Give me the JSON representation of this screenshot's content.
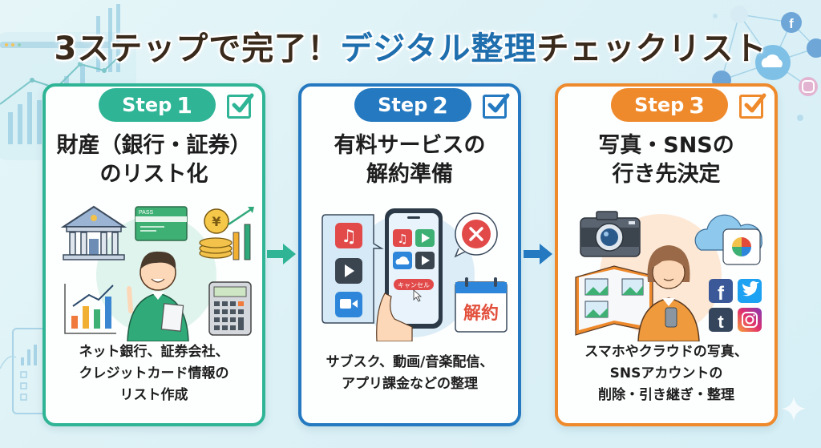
{
  "title": {
    "part1": "3ステップで完了！",
    "highlight": "デジタル整理",
    "part2": "チェックリスト"
  },
  "colors": {
    "step1": "#2fb596",
    "step2": "#2479c0",
    "step3": "#ef8a2c",
    "title_text": "#3a2a1c",
    "title_highlight": "#1f6fae"
  },
  "steps": [
    {
      "badge_label": "Step",
      "badge_number": "1",
      "checked": true,
      "title_line1": "財産（銀行・証券）",
      "title_line2": "のリスト化",
      "illustration": {
        "icons": [
          "bank-icon",
          "passbook-card-icon",
          "yen-coins-icon",
          "growth-bar-chart-icon",
          "person-holding-list-icon",
          "calculator-icon"
        ],
        "passbook_label": "PASS",
        "coin_symbol": "¥"
      },
      "desc_lines": [
        "ネット銀行、証券会社、",
        "クレジットカード情報の",
        "リスト作成"
      ]
    },
    {
      "badge_label": "Step",
      "badge_number": "2",
      "checked": true,
      "title_line1": "有料サービスの",
      "title_line2": "解約準備",
      "illustration": {
        "icons": [
          "music-app-icon",
          "video-app-icon",
          "video-call-app-icon",
          "smartphone-icon",
          "cloud-app-icon",
          "cancel-x-icon",
          "calendar-icon"
        ],
        "cancel_button_label": "キャンセル",
        "calendar_label": "解約"
      },
      "desc_lines": [
        "サブスク、動画/音楽配信、",
        "アプリ課金などの整理"
      ]
    },
    {
      "badge_label": "Step",
      "badge_number": "3",
      "checked": true,
      "title_line1": "写真・SNSの",
      "title_line2": "行き先決定",
      "illustration": {
        "icons": [
          "camera-icon",
          "cloud-photos-icon",
          "photo-album-icon",
          "person-with-phone-icon",
          "facebook-icon",
          "twitter-icon",
          "tumblr-icon",
          "instagram-icon"
        ],
        "sns_letters": {
          "facebook": "f",
          "tumblr": "t"
        }
      },
      "desc_lines": [
        "スマホやクラウドの写真、",
        "SNSアカウントの",
        "削除・引き継ぎ・整理"
      ]
    }
  ]
}
